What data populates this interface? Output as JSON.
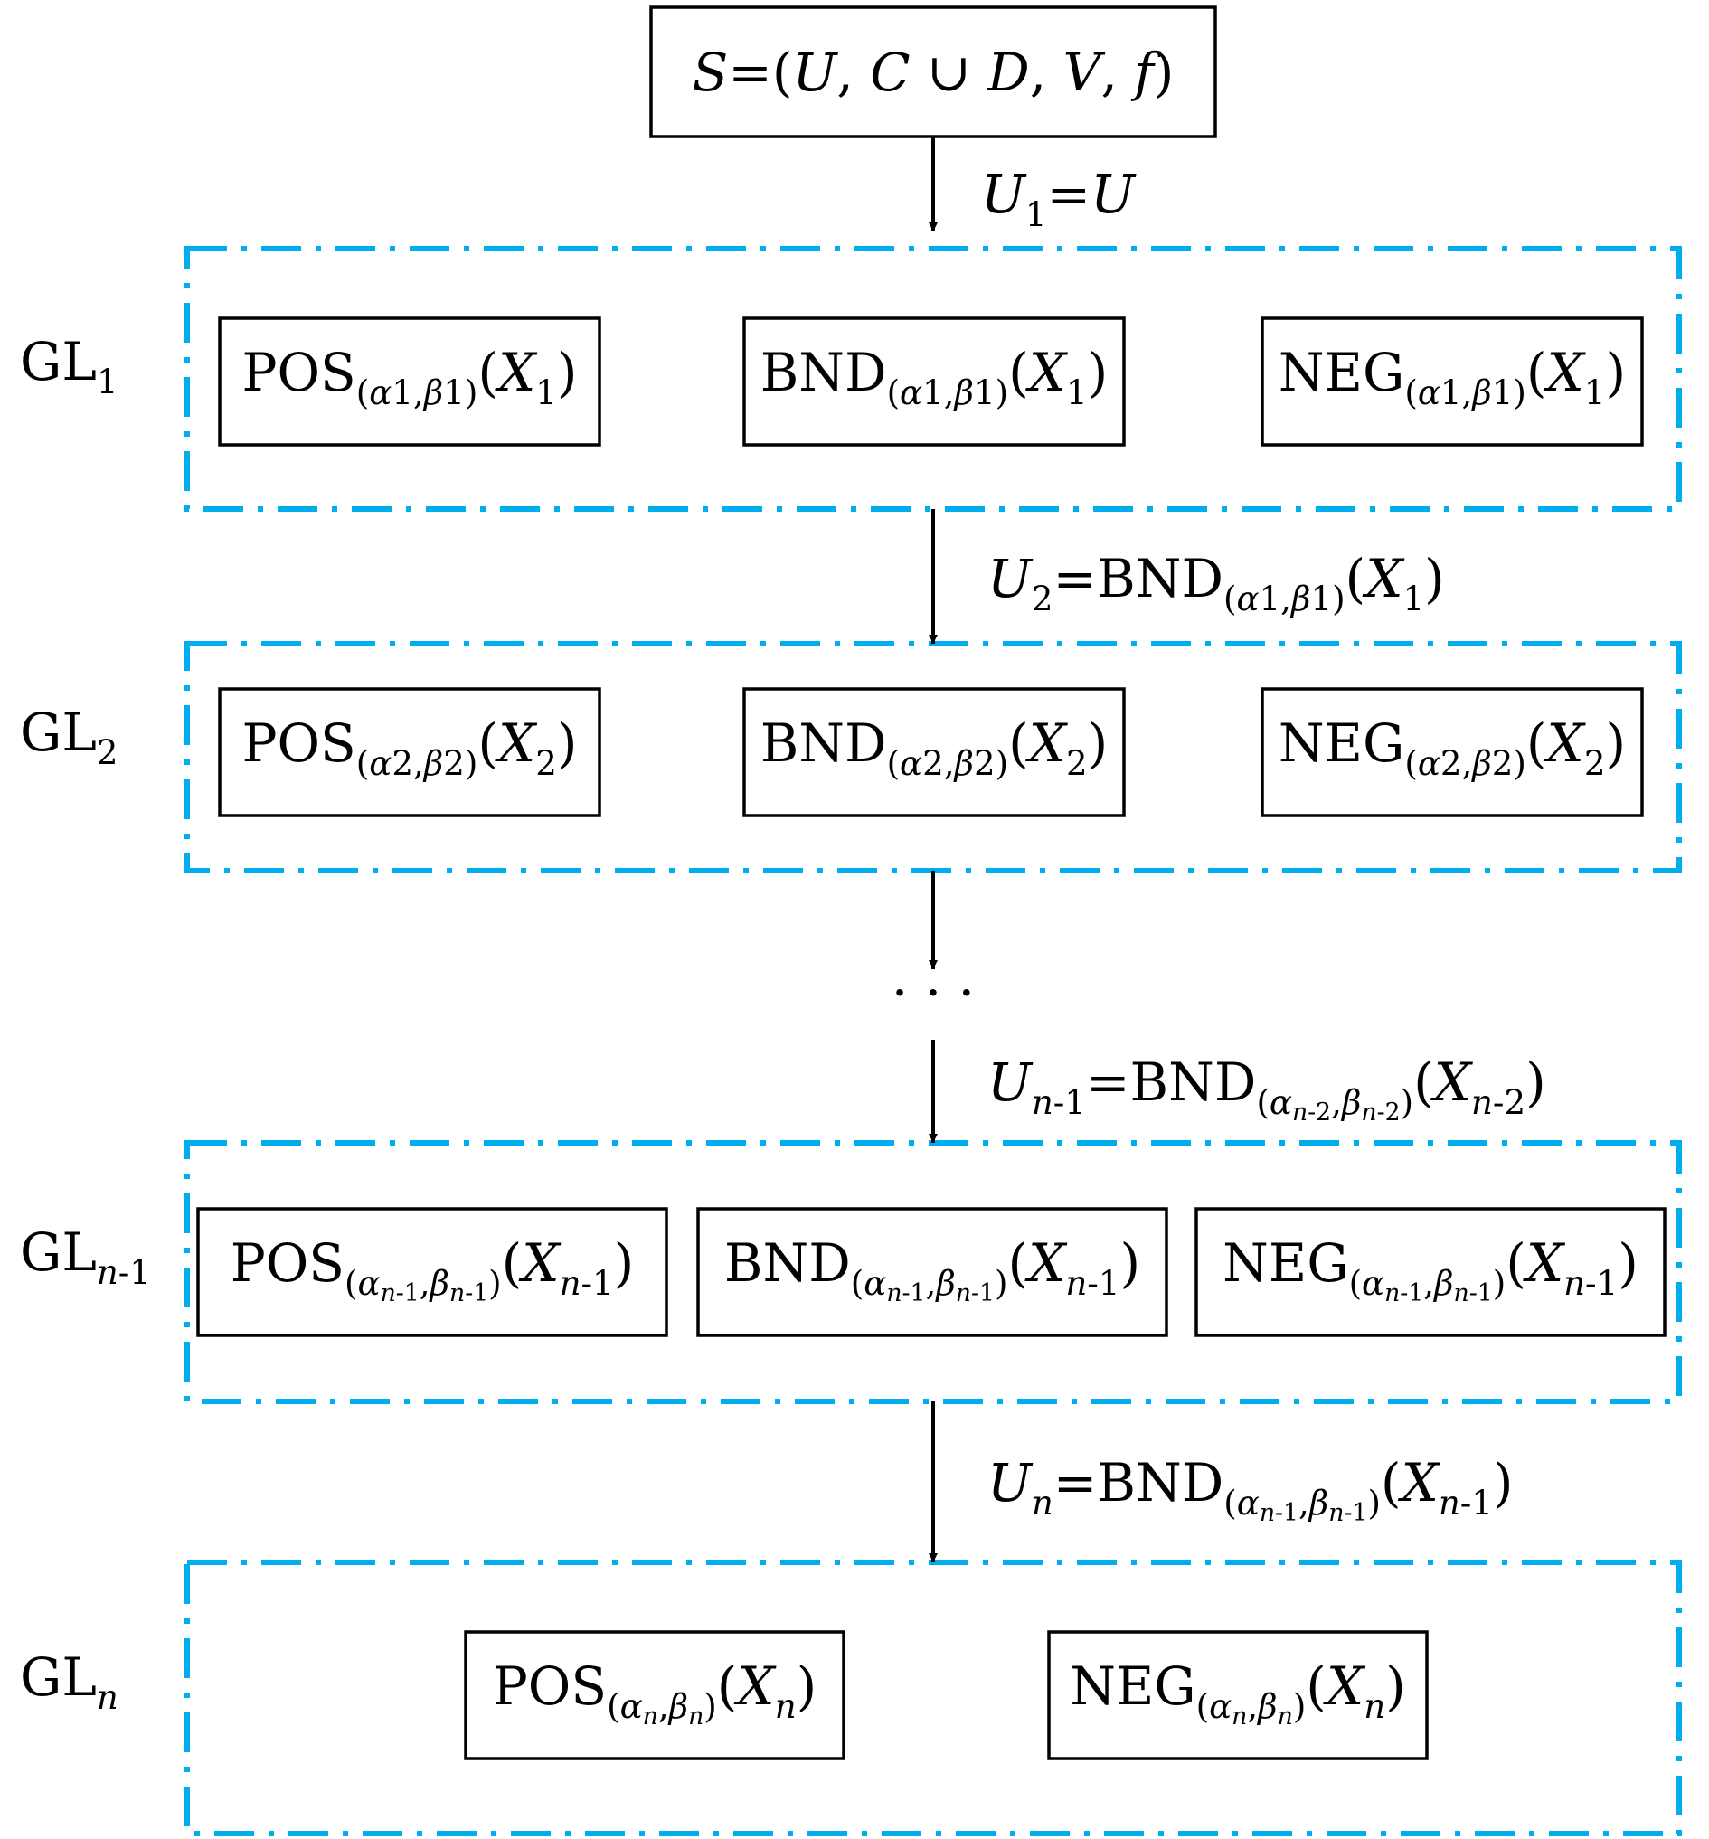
{
  "top_box": {
    "label": "S=(U, C∪D, V, f)",
    "runs": [
      {
        "t": "S",
        "i": 1
      },
      {
        "t": "=("
      },
      {
        "t": "U",
        "i": 1
      },
      {
        "t": ", "
      },
      {
        "t": "C",
        "i": 1
      },
      {
        "t": " ∪ "
      },
      {
        "t": "D",
        "i": 1
      },
      {
        "t": ", "
      },
      {
        "t": "V",
        "i": 1
      },
      {
        "t": ", "
      },
      {
        "t": "f",
        "i": 1
      },
      {
        "t": ")"
      }
    ]
  },
  "arrow_labels": [
    {
      "text": "U1=U",
      "runs": [
        {
          "t": "U",
          "i": 1
        },
        {
          "t": "1",
          "s": "sub"
        },
        {
          "t": "="
        },
        {
          "t": "U",
          "i": 1
        }
      ]
    },
    {
      "text": "U2=BND(α1,β1)(X1)",
      "runs": [
        {
          "t": "U",
          "i": 1
        },
        {
          "t": "2",
          "s": "sub"
        },
        {
          "t": "=BND"
        },
        {
          "t": "(",
          "s": "sub"
        },
        {
          "t": "α",
          "s": "sub",
          "i": 1
        },
        {
          "t": "1",
          "s": "sub"
        },
        {
          "t": ",",
          "s": "sub"
        },
        {
          "t": "β",
          "s": "sub",
          "i": 1
        },
        {
          "t": "1",
          "s": "sub"
        },
        {
          "t": ")",
          "s": "sub"
        },
        {
          "t": "("
        },
        {
          "t": "X",
          "i": 1
        },
        {
          "t": "1",
          "s": "sub"
        },
        {
          "t": ")"
        }
      ]
    },
    {
      "text": "Un-1=BND(αn-2,βn-2)(Xn-2)",
      "runs": [
        {
          "t": "U",
          "i": 1
        },
        {
          "t": "n",
          "s": "sub",
          "i": 1
        },
        {
          "t": "-1",
          "s": "sub"
        },
        {
          "t": "=BND"
        },
        {
          "t": "(",
          "s": "sub"
        },
        {
          "t": "α",
          "s": "sub",
          "i": 1
        },
        {
          "t": "n",
          "s": "subsub",
          "i": 1
        },
        {
          "t": "-2",
          "s": "subsub"
        },
        {
          "t": ",",
          "s": "sub"
        },
        {
          "t": "β",
          "s": "sub",
          "i": 1
        },
        {
          "t": "n",
          "s": "subsub",
          "i": 1
        },
        {
          "t": "-2",
          "s": "subsub"
        },
        {
          "t": ")",
          "s": "sub"
        },
        {
          "t": "("
        },
        {
          "t": "X",
          "i": 1
        },
        {
          "t": "n",
          "s": "sub",
          "i": 1
        },
        {
          "t": "-2",
          "s": "sub"
        },
        {
          "t": ")"
        }
      ]
    },
    {
      "text": "Un=BND(αn-1,βn-1)(Xn-1)",
      "runs": [
        {
          "t": "U",
          "i": 1
        },
        {
          "t": "n",
          "s": "sub",
          "i": 1
        },
        {
          "t": "=BND"
        },
        {
          "t": "(",
          "s": "sub"
        },
        {
          "t": "α",
          "s": "sub",
          "i": 1
        },
        {
          "t": "n",
          "s": "subsub",
          "i": 1
        },
        {
          "t": "-1",
          "s": "subsub"
        },
        {
          "t": ",",
          "s": "sub"
        },
        {
          "t": "β",
          "s": "sub",
          "i": 1
        },
        {
          "t": "n",
          "s": "subsub",
          "i": 1
        },
        {
          "t": "-1",
          "s": "subsub"
        },
        {
          "t": ")",
          "s": "sub"
        },
        {
          "t": "("
        },
        {
          "t": "X",
          "i": 1
        },
        {
          "t": "n",
          "s": "sub",
          "i": 1
        },
        {
          "t": "-1",
          "s": "sub"
        },
        {
          "t": ")"
        }
      ]
    }
  ],
  "ellipsis": "· · ·",
  "levels": [
    {
      "label": "GL1",
      "label_runs": [
        {
          "t": "GL"
        },
        {
          "t": "1",
          "s": "sub"
        }
      ],
      "boxes": [
        {
          "text": "POS(α1,β1)(X1)",
          "runs": [
            {
              "t": "POS"
            },
            {
              "t": "(",
              "s": "sub"
            },
            {
              "t": "α",
              "s": "sub",
              "i": 1
            },
            {
              "t": "1",
              "s": "sub"
            },
            {
              "t": ",",
              "s": "sub"
            },
            {
              "t": "β",
              "s": "sub",
              "i": 1
            },
            {
              "t": "1",
              "s": "sub"
            },
            {
              "t": ")",
              "s": "sub"
            },
            {
              "t": "("
            },
            {
              "t": "X",
              "i": 1
            },
            {
              "t": "1",
              "s": "sub"
            },
            {
              "t": ")"
            }
          ]
        },
        {
          "text": "BND(α1,β1)(X1)",
          "runs": [
            {
              "t": "BND"
            },
            {
              "t": "(",
              "s": "sub"
            },
            {
              "t": "α",
              "s": "sub",
              "i": 1
            },
            {
              "t": "1",
              "s": "sub"
            },
            {
              "t": ",",
              "s": "sub"
            },
            {
              "t": "β",
              "s": "sub",
              "i": 1
            },
            {
              "t": "1",
              "s": "sub"
            },
            {
              "t": ")",
              "s": "sub"
            },
            {
              "t": "("
            },
            {
              "t": "X",
              "i": 1
            },
            {
              "t": "1",
              "s": "sub"
            },
            {
              "t": ")"
            }
          ]
        },
        {
          "text": "NEG(α1,β1)(X1)",
          "runs": [
            {
              "t": "NEG"
            },
            {
              "t": "(",
              "s": "sub"
            },
            {
              "t": "α",
              "s": "sub",
              "i": 1
            },
            {
              "t": "1",
              "s": "sub"
            },
            {
              "t": ",",
              "s": "sub"
            },
            {
              "t": "β",
              "s": "sub",
              "i": 1
            },
            {
              "t": "1",
              "s": "sub"
            },
            {
              "t": ")",
              "s": "sub"
            },
            {
              "t": "("
            },
            {
              "t": "X",
              "i": 1
            },
            {
              "t": "1",
              "s": "sub"
            },
            {
              "t": ")"
            }
          ]
        }
      ]
    },
    {
      "label": "GL2",
      "label_runs": [
        {
          "t": "GL"
        },
        {
          "t": "2",
          "s": "sub"
        }
      ],
      "boxes": [
        {
          "text": "POS(α2,β2)(X2)",
          "runs": [
            {
              "t": "POS"
            },
            {
              "t": "(",
              "s": "sub"
            },
            {
              "t": "α",
              "s": "sub",
              "i": 1
            },
            {
              "t": "2",
              "s": "sub"
            },
            {
              "t": ",",
              "s": "sub"
            },
            {
              "t": "β",
              "s": "sub",
              "i": 1
            },
            {
              "t": "2",
              "s": "sub"
            },
            {
              "t": ")",
              "s": "sub"
            },
            {
              "t": "("
            },
            {
              "t": "X",
              "i": 1
            },
            {
              "t": "2",
              "s": "sub"
            },
            {
              "t": ")"
            }
          ]
        },
        {
          "text": "BND(α2,β2)(X2)",
          "runs": [
            {
              "t": "BND"
            },
            {
              "t": "(",
              "s": "sub"
            },
            {
              "t": "α",
              "s": "sub",
              "i": 1
            },
            {
              "t": "2",
              "s": "sub"
            },
            {
              "t": ",",
              "s": "sub"
            },
            {
              "t": "β",
              "s": "sub",
              "i": 1
            },
            {
              "t": "2",
              "s": "sub"
            },
            {
              "t": ")",
              "s": "sub"
            },
            {
              "t": "("
            },
            {
              "t": "X",
              "i": 1
            },
            {
              "t": "2",
              "s": "sub"
            },
            {
              "t": ")"
            }
          ]
        },
        {
          "text": "NEG(α2,β2)(X2)",
          "runs": [
            {
              "t": "NEG"
            },
            {
              "t": "(",
              "s": "sub"
            },
            {
              "t": "α",
              "s": "sub",
              "i": 1
            },
            {
              "t": "2",
              "s": "sub"
            },
            {
              "t": ",",
              "s": "sub"
            },
            {
              "t": "β",
              "s": "sub",
              "i": 1
            },
            {
              "t": "2",
              "s": "sub"
            },
            {
              "t": ")",
              "s": "sub"
            },
            {
              "t": "("
            },
            {
              "t": "X",
              "i": 1
            },
            {
              "t": "2",
              "s": "sub"
            },
            {
              "t": ")"
            }
          ]
        }
      ]
    },
    {
      "label": "GLn-1",
      "label_runs": [
        {
          "t": "GL"
        },
        {
          "t": "n",
          "s": "sub",
          "i": 1
        },
        {
          "t": "-1",
          "s": "sub"
        }
      ],
      "boxes": [
        {
          "text": "POS(αn-1,βn-1)(Xn-1)",
          "runs": [
            {
              "t": "POS"
            },
            {
              "t": "(",
              "s": "sub"
            },
            {
              "t": "α",
              "s": "sub",
              "i": 1
            },
            {
              "t": "n",
              "s": "subsub",
              "i": 1
            },
            {
              "t": "-1",
              "s": "subsub"
            },
            {
              "t": ",",
              "s": "sub"
            },
            {
              "t": "β",
              "s": "sub",
              "i": 1
            },
            {
              "t": "n",
              "s": "subsub",
              "i": 1
            },
            {
              "t": "-1",
              "s": "subsub"
            },
            {
              "t": ")",
              "s": "sub"
            },
            {
              "t": "("
            },
            {
              "t": "X",
              "i": 1
            },
            {
              "t": "n",
              "s": "sub",
              "i": 1
            },
            {
              "t": "-1",
              "s": "sub"
            },
            {
              "t": ")"
            }
          ]
        },
        {
          "text": "BND(αn-1,βn-1)(Xn-1)",
          "runs": [
            {
              "t": "BND"
            },
            {
              "t": "(",
              "s": "sub"
            },
            {
              "t": "α",
              "s": "sub",
              "i": 1
            },
            {
              "t": "n",
              "s": "subsub",
              "i": 1
            },
            {
              "t": "-1",
              "s": "subsub"
            },
            {
              "t": ",",
              "s": "sub"
            },
            {
              "t": "β",
              "s": "sub",
              "i": 1
            },
            {
              "t": "n",
              "s": "subsub",
              "i": 1
            },
            {
              "t": "-1",
              "s": "subsub"
            },
            {
              "t": ")",
              "s": "sub"
            },
            {
              "t": "("
            },
            {
              "t": "X",
              "i": 1
            },
            {
              "t": "n",
              "s": "sub",
              "i": 1
            },
            {
              "t": "-1",
              "s": "sub"
            },
            {
              "t": ")"
            }
          ]
        },
        {
          "text": "NEG(αn-1,βn-1)(Xn-1)",
          "runs": [
            {
              "t": "NEG"
            },
            {
              "t": "(",
              "s": "sub"
            },
            {
              "t": "α",
              "s": "sub",
              "i": 1
            },
            {
              "t": "n",
              "s": "subsub",
              "i": 1
            },
            {
              "t": "-1",
              "s": "subsub"
            },
            {
              "t": ",",
              "s": "sub"
            },
            {
              "t": "β",
              "s": "sub",
              "i": 1
            },
            {
              "t": "n",
              "s": "subsub",
              "i": 1
            },
            {
              "t": "-1",
              "s": "subsub"
            },
            {
              "t": ")",
              "s": "sub"
            },
            {
              "t": "("
            },
            {
              "t": "X",
              "i": 1
            },
            {
              "t": "n",
              "s": "sub",
              "i": 1
            },
            {
              "t": "-1",
              "s": "sub"
            },
            {
              "t": ")"
            }
          ]
        }
      ]
    },
    {
      "label": "GLn",
      "label_runs": [
        {
          "t": "GL"
        },
        {
          "t": "n",
          "s": "sub",
          "i": 1
        }
      ],
      "boxes": [
        {
          "text": "POS(αn,βn)(Xn)",
          "runs": [
            {
              "t": "POS"
            },
            {
              "t": "(",
              "s": "sub"
            },
            {
              "t": "α",
              "s": "sub",
              "i": 1
            },
            {
              "t": "n",
              "s": "subsub",
              "i": 1
            },
            {
              "t": ",",
              "s": "sub"
            },
            {
              "t": "β",
              "s": "sub",
              "i": 1
            },
            {
              "t": "n",
              "s": "subsub",
              "i": 1
            },
            {
              "t": ")",
              "s": "sub"
            },
            {
              "t": "("
            },
            {
              "t": "X",
              "i": 1
            },
            {
              "t": "n",
              "s": "sub",
              "i": 1
            },
            {
              "t": ")"
            }
          ]
        },
        {
          "text": "NEG(αn,βn)(Xn)",
          "runs": [
            {
              "t": "NEG"
            },
            {
              "t": "(",
              "s": "sub"
            },
            {
              "t": "α",
              "s": "sub",
              "i": 1
            },
            {
              "t": "n",
              "s": "subsub",
              "i": 1
            },
            {
              "t": ",",
              "s": "sub"
            },
            {
              "t": "β",
              "s": "sub",
              "i": 1
            },
            {
              "t": "n",
              "s": "subsub",
              "i": 1
            },
            {
              "t": ")",
              "s": "sub"
            },
            {
              "t": "("
            },
            {
              "t": "X",
              "i": 1
            },
            {
              "t": "n",
              "s": "sub",
              "i": 1
            },
            {
              "t": ")"
            }
          ]
        }
      ]
    }
  ],
  "colors": {
    "group_border": "#00aeef",
    "box_border": "#000000",
    "arrow": "#000000",
    "text": "#000000"
  }
}
